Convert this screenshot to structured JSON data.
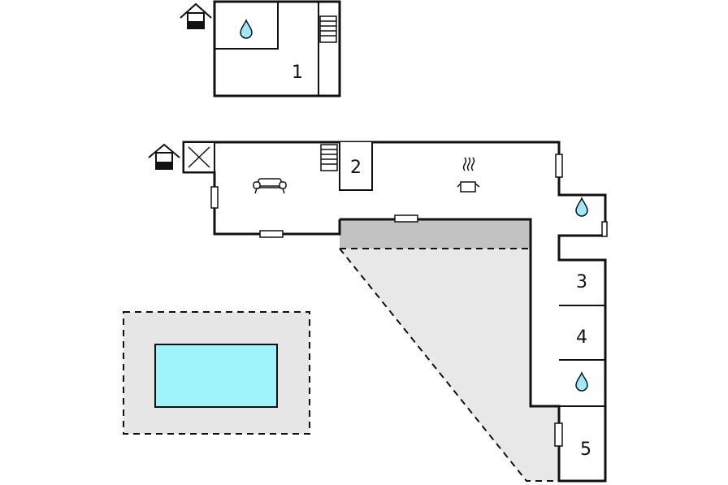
{
  "colors": {
    "wall": "#111111",
    "pool_water": "#9ff3fb",
    "pool_deck": "#e6e6e6",
    "terrace_roofed": "#c2c2c2",
    "terrace_open": "#e8e8e8",
    "water_drop": "#9fe8f7",
    "background": "#ffffff"
  },
  "rooms": [
    {
      "label": "1"
    },
    {
      "label": "2"
    },
    {
      "label": "3"
    },
    {
      "label": "4"
    },
    {
      "label": "5"
    }
  ],
  "icons": [
    "entrance-house-icon",
    "water-drop-icon",
    "staircase-icon",
    "sofa-icon",
    "cooking-pot-icon",
    "void-cross-icon"
  ]
}
